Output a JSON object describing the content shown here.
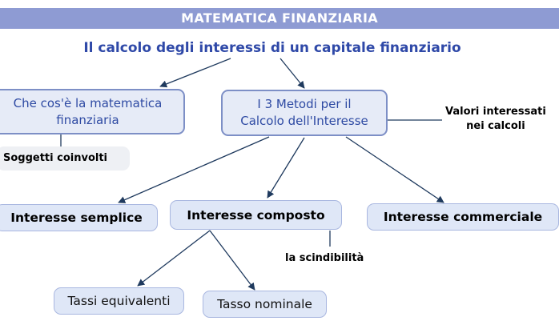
{
  "header": {
    "title": "MATEMATICA FINANZIARIA"
  },
  "subtitle": "Il calcolo degli interessi di un capitale finanziario",
  "nodes": {
    "matematica": {
      "line1": "Che cos'è la matematica",
      "line2": "finanziaria"
    },
    "metodi": {
      "line1": "I 3 Metodi per il",
      "line2": "Calcolo dell'Interesse"
    },
    "valori": {
      "line1": "Valori interessati",
      "line2": "nei calcoli"
    },
    "soggetti": "Soggetti coinvolti",
    "semplice": "Interesse semplice",
    "composto": "Interesse composto",
    "commerciale": "Interesse commerciale",
    "scindibilita": "la scindibilità",
    "tassi_equivalenti": "Tassi equivalenti",
    "tasso_nominale": "Tasso nominale"
  },
  "colors": {
    "header_bg": "#8e9bd3",
    "title_text": "#2f49a8",
    "node_border": "#7d8fc6",
    "node_fill": "#e6ebf7",
    "edge": "#1f3a5e"
  }
}
